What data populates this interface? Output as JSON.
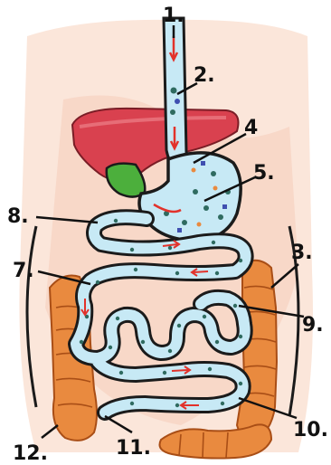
{
  "labels": {
    "l1": "1.",
    "l2": "2.",
    "l3": "3.",
    "l4": "4",
    "l5": "5.",
    "l7": "7.",
    "l8": "8.",
    "l9": "9.",
    "l10": "10.",
    "l11": "11.",
    "l12": "12."
  },
  "colors": {
    "body_skin": "#f8dccc",
    "liver": "#d9414f",
    "gallbladder": "#4caf3c",
    "tube_fill": "#c7e9f5",
    "tube_outline": "#1b1b1b",
    "large_intestine": "#e98a3f",
    "arrows": "#e2322b",
    "dots": "#2f6b60"
  }
}
